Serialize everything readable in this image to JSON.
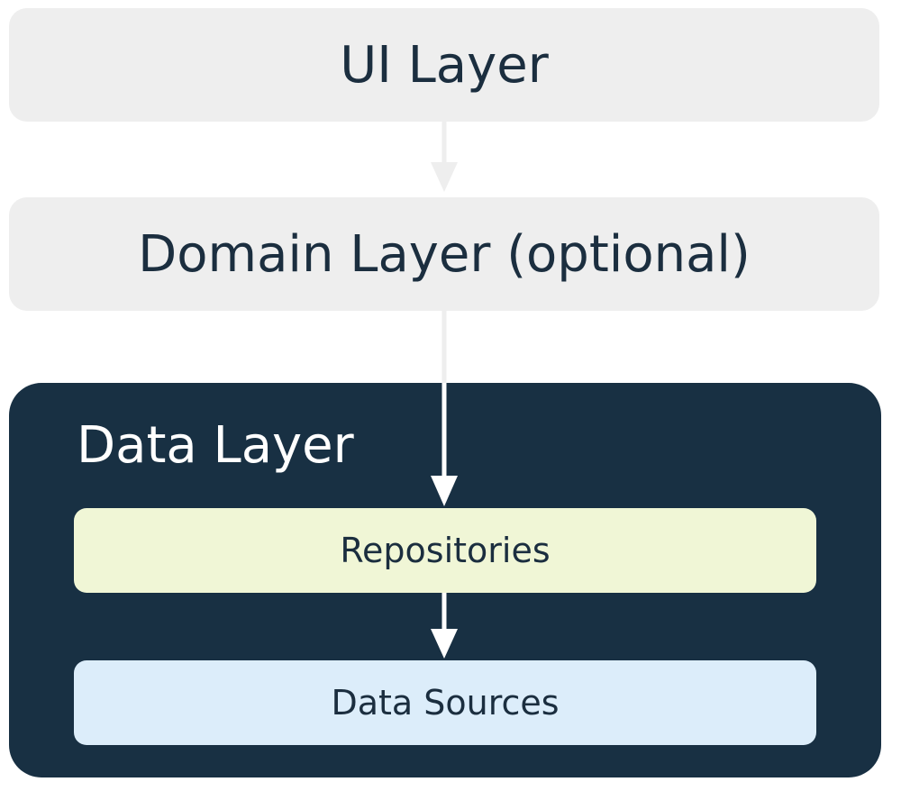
{
  "layers": {
    "ui": {
      "label": "UI Layer"
    },
    "domain": {
      "label": "Domain Layer (optional)"
    },
    "data": {
      "label": "Data Layer",
      "repositories": {
        "label": "Repositories"
      },
      "data_sources": {
        "label": "Data Sources"
      }
    }
  },
  "colors": {
    "light_box": "#eeeeee",
    "dark_box": "#183043",
    "dark_text": "#1b2e3f",
    "light_text": "#ffffff",
    "repositories_fill": "#f0f6d6",
    "data_sources_fill": "#dcedfa",
    "arrow_light": "#eeeeee",
    "arrow_dark": "#ffffff"
  }
}
